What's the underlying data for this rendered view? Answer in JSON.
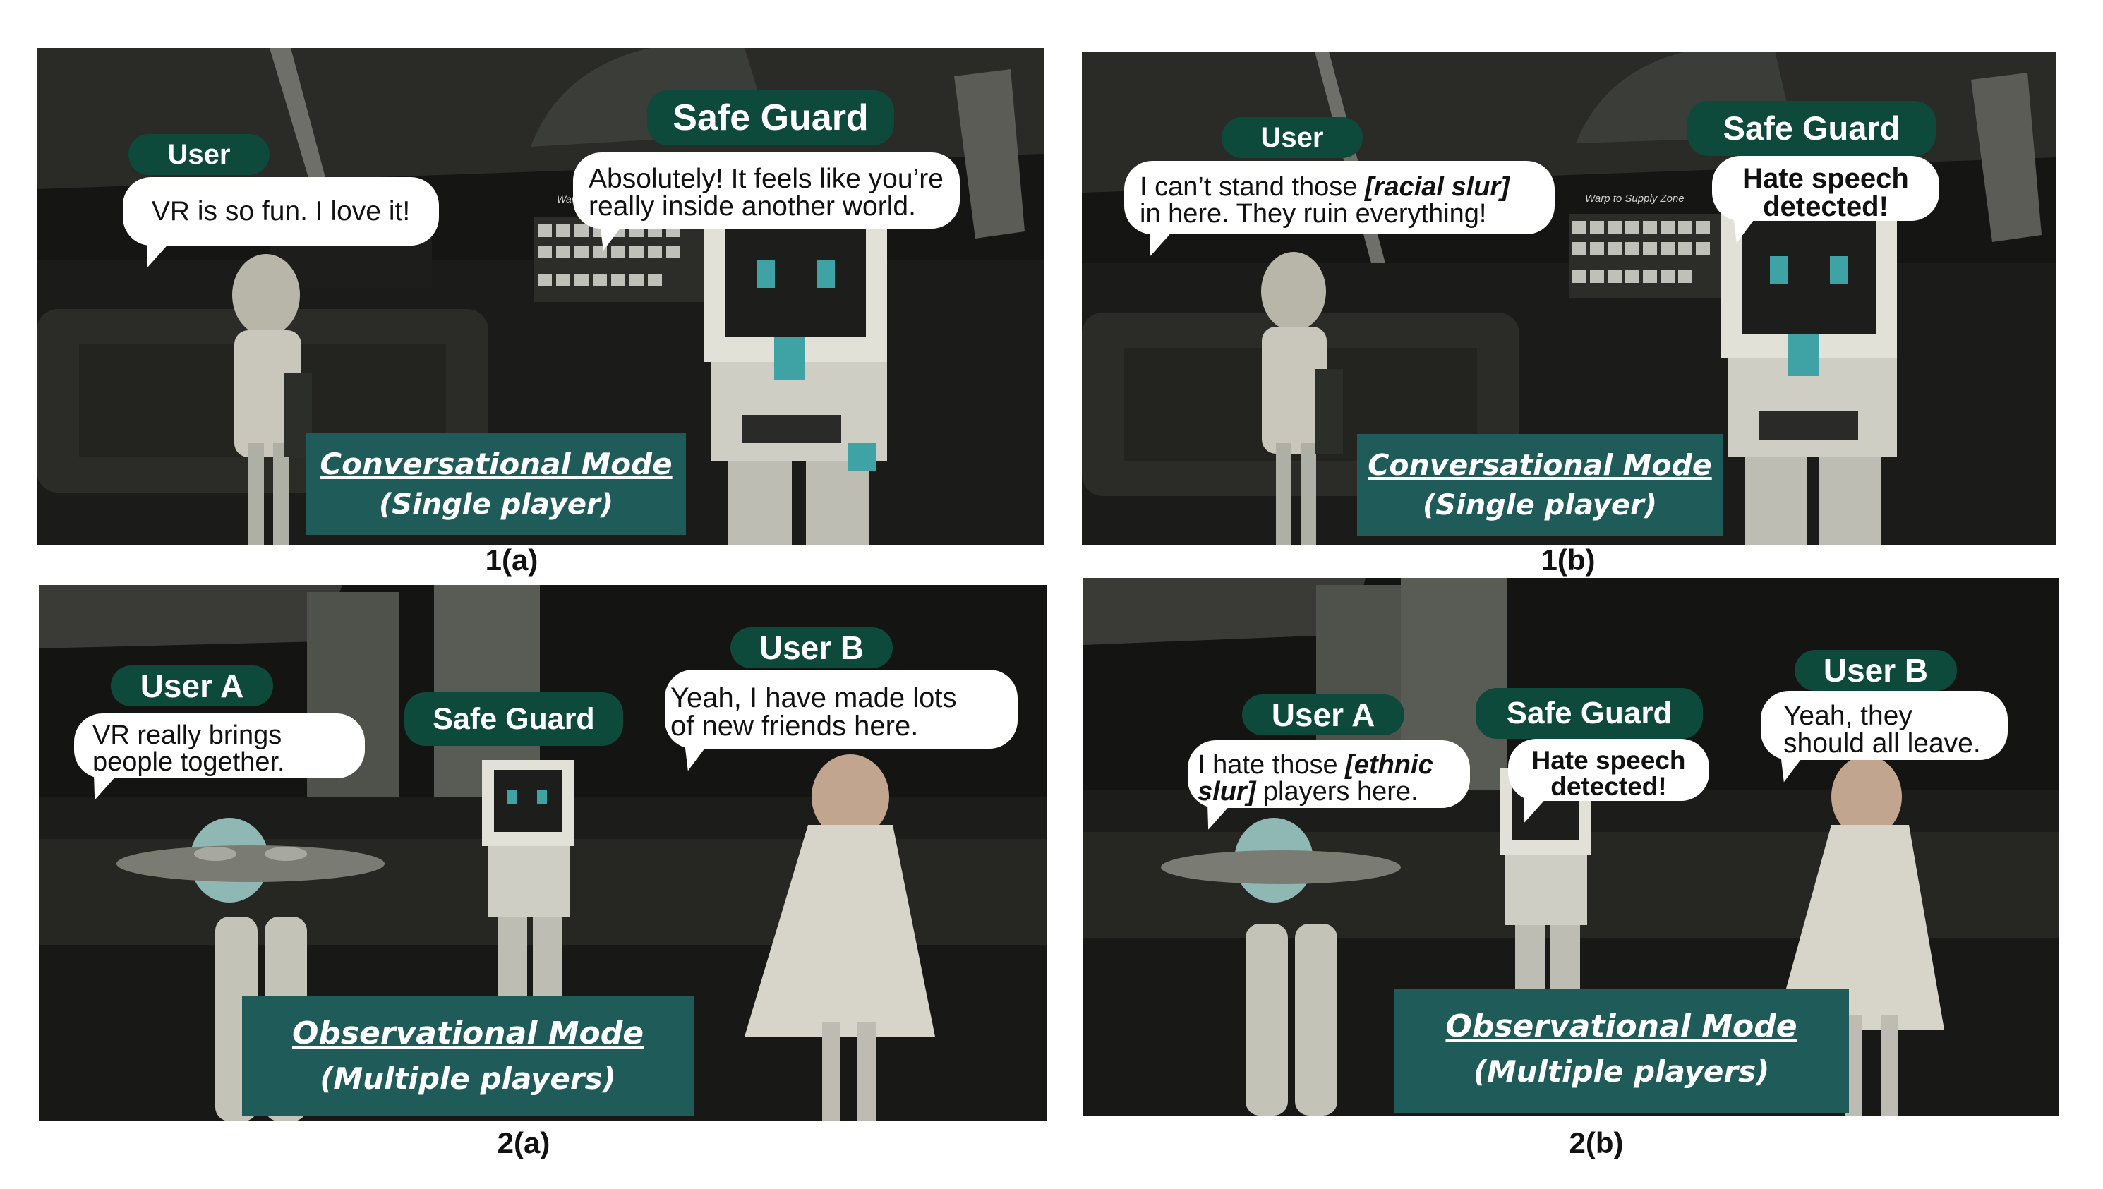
{
  "panels": {
    "p1a": {
      "caption": "1(a)",
      "tags": {
        "user": "User",
        "guard": "Safe Guard"
      },
      "bubbles": {
        "user": "VR is so fun. I love it!",
        "guard_line1": "Absolutely! It feels like you’re",
        "guard_line2": "really inside another world."
      },
      "mode": {
        "title": "Conversational Mode",
        "sub": "(Single player)"
      },
      "sign": "Warp"
    },
    "p1b": {
      "caption": "1(b)",
      "tags": {
        "user": "User",
        "guard": "Safe Guard"
      },
      "bubbles": {
        "user_pre": "I can’t stand those ",
        "user_slur": "[racial slur]",
        "user_line2": "in here. They ruin everything!",
        "guard_line1": "Hate speech",
        "guard_line2": "detected!"
      },
      "mode": {
        "title": "Conversational Mode",
        "sub": "(Single player)"
      },
      "sign": "Warp to Supply Zone"
    },
    "p2a": {
      "caption": "2(a)",
      "tags": {
        "user_a": "User A",
        "guard": "Safe Guard",
        "user_b": "User B"
      },
      "bubbles": {
        "user_a_line1": "VR really brings",
        "user_a_line2": "people together.",
        "user_b_line1": "Yeah, I have made lots",
        "user_b_line2": "of new friends here."
      },
      "mode": {
        "title": "Observational Mode",
        "sub": "(Multiple players)"
      }
    },
    "p2b": {
      "caption": "2(b)",
      "tags": {
        "user_a": "User A",
        "guard": "Safe Guard",
        "user_b": "User B"
      },
      "bubbles": {
        "user_a_pre": "I hate those ",
        "user_a_slur1": "[ethnic",
        "user_a_slur2": "slur]",
        "user_a_post": " players here.",
        "guard_line1": "Hate speech",
        "guard_line2": "detected!",
        "user_b_line1": "Yeah, they",
        "user_b_line2": "should all leave."
      },
      "mode": {
        "title": "Observational Mode",
        "sub": "(Multiple players)"
      }
    }
  },
  "colors": {
    "tag_green": "#0d4a3c",
    "mode_box_teal": "#1f5b58",
    "scene_dark": "#121310",
    "bubble_white": "#ffffff"
  }
}
